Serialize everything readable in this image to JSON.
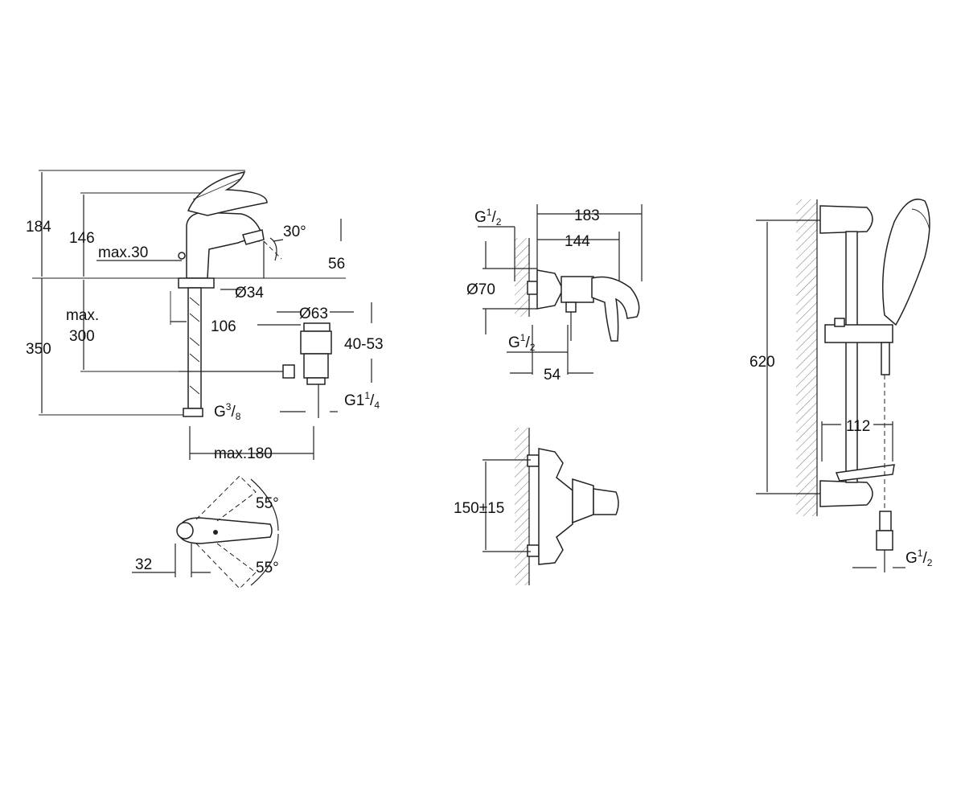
{
  "basin_mixer": {
    "height_184": "184",
    "height_146": "146",
    "max_30": "max.30",
    "angle_30": "30°",
    "dim_56": "56",
    "dim_350": "350",
    "max_label": "max.",
    "max_300": "300",
    "dia_34": "Ø34",
    "dim_106": "106",
    "dia_63": "Ø63",
    "range_40_53": "40-53",
    "thread_g38": {
      "base": "G",
      "num": "3",
      "den": "8"
    },
    "thread_g114": {
      "base": "G1",
      "num": "1",
      "den": "4"
    },
    "max_180": "max.180"
  },
  "lever_top_view": {
    "angle_upper": "55°",
    "angle_lower": "55°",
    "dim_32": "32"
  },
  "shower_mixer": {
    "thread_top": {
      "base": "G",
      "num": "1",
      "den": "2"
    },
    "dim_183": "183",
    "dim_144": "144",
    "dia_70": "Ø70",
    "thread_bottom": {
      "base": "G",
      "num": "1",
      "den": "2"
    },
    "dim_54": "54",
    "spacing": "150±15"
  },
  "shower_rail": {
    "dim_620": "620",
    "dim_112": "112",
    "thread": {
      "base": "G",
      "num": "1",
      "den": "2"
    }
  }
}
